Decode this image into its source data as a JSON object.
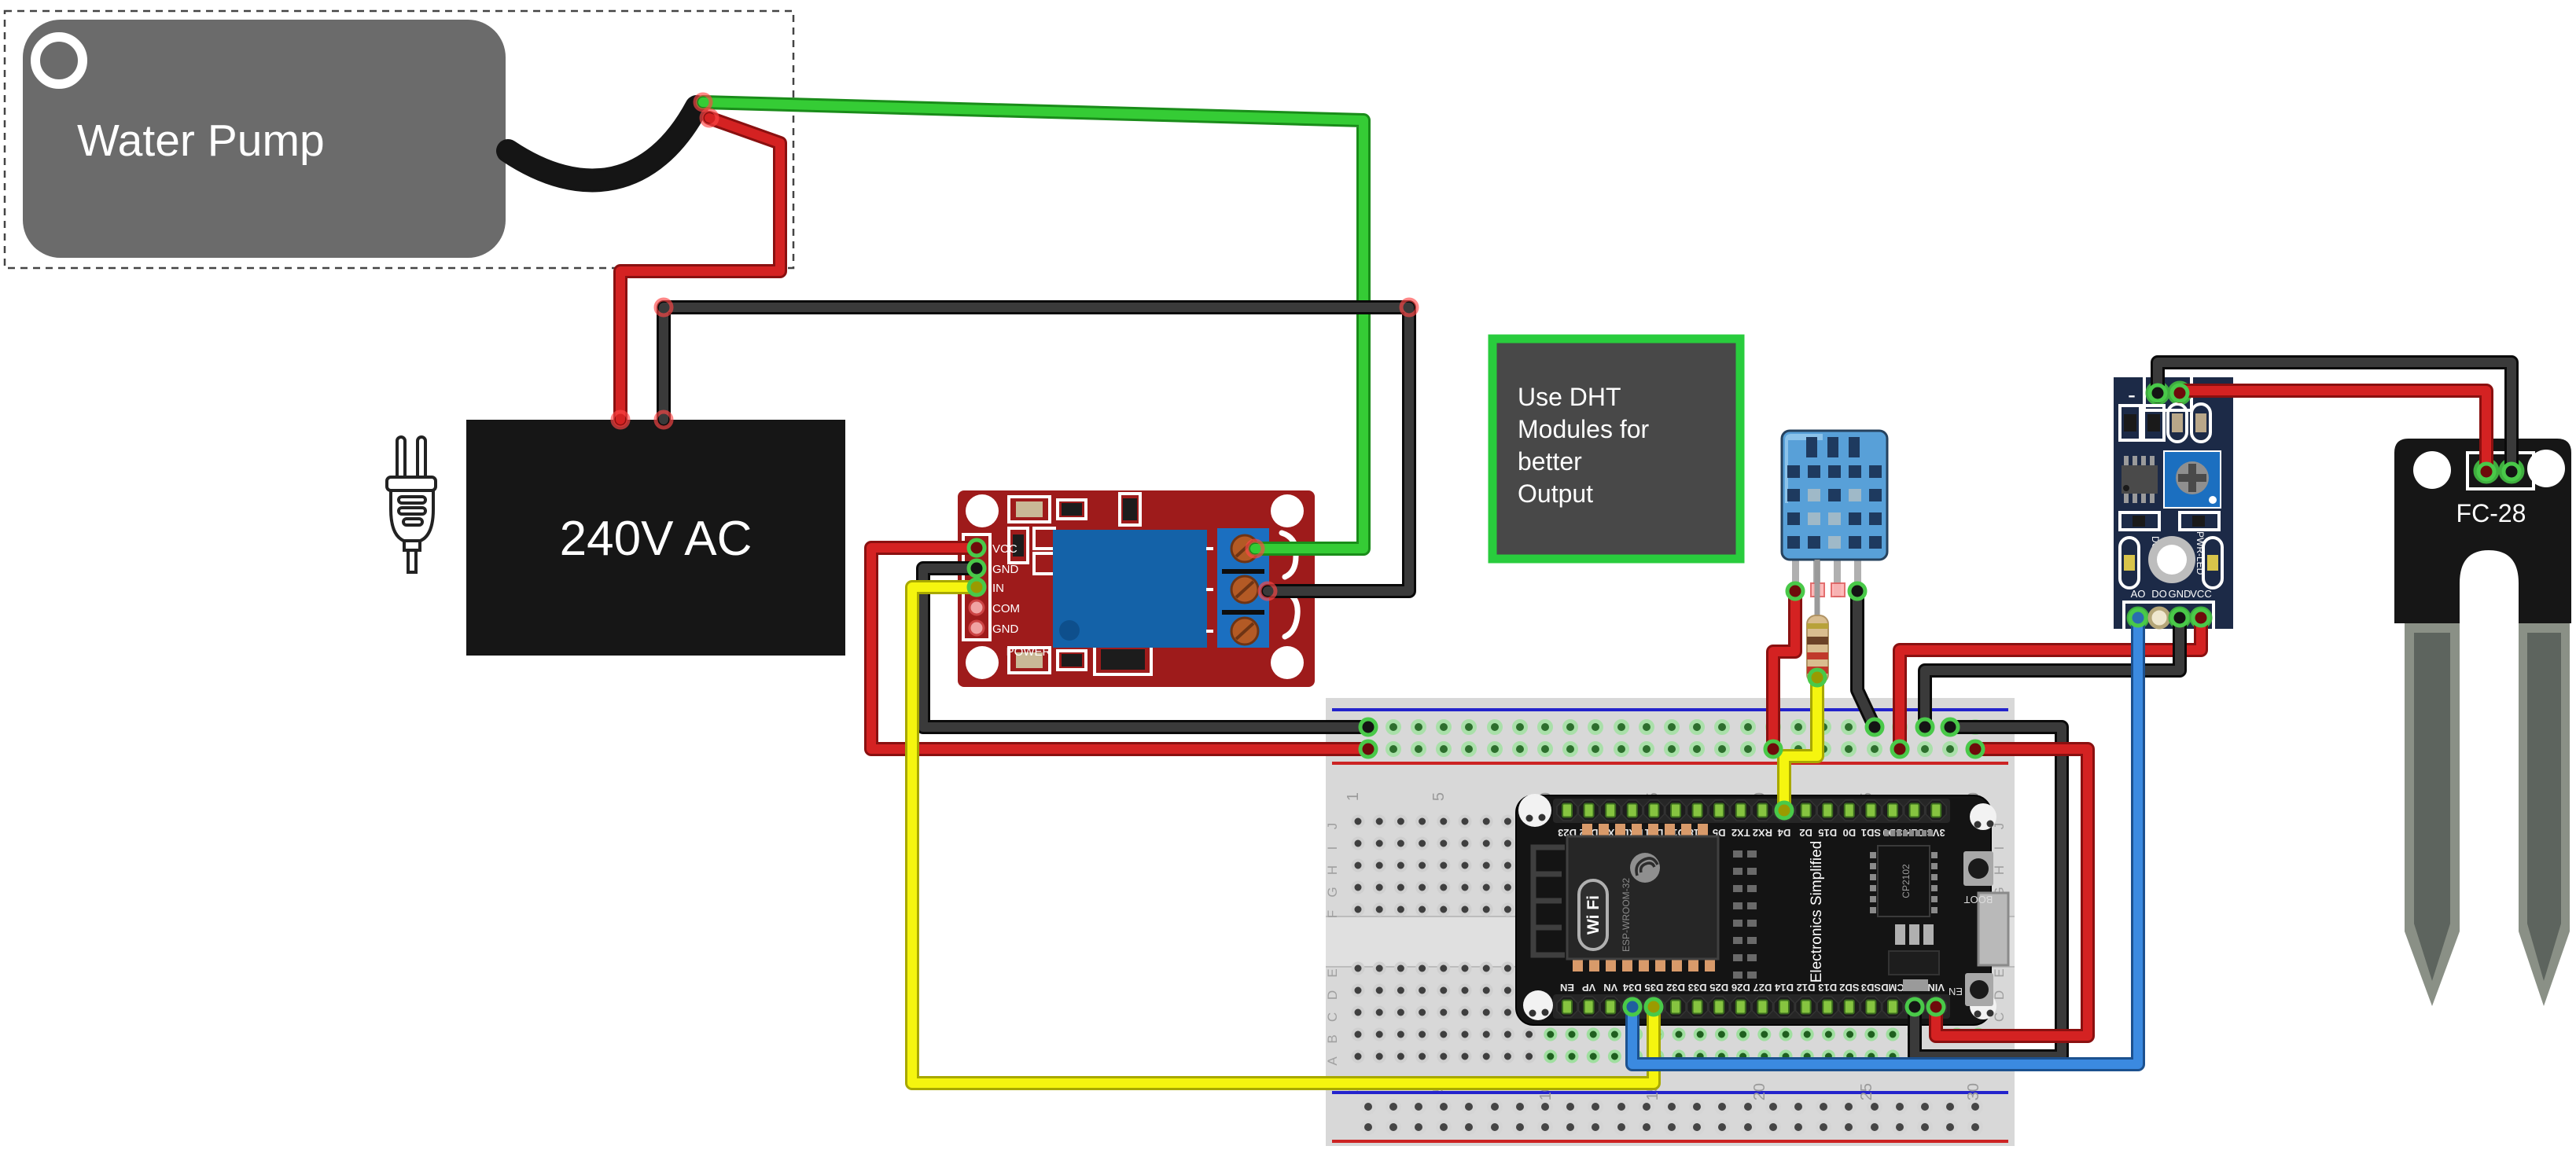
{
  "water_pump": {
    "label": "Water Pump"
  },
  "power_source": {
    "label": "240V AC"
  },
  "note": {
    "lines": [
      "Use DHT",
      "Modules for",
      "better",
      "Output"
    ]
  },
  "relay": {
    "pins": [
      "VCC",
      "GND",
      "IN",
      "COM",
      "GND"
    ],
    "power_label": "POWER"
  },
  "nodemcu": {
    "wifi_logo": "Wi Fi",
    "module_label": "ESP-WROOM-32",
    "brand": "Electronics Simplified",
    "usb_chip": "CP2102",
    "boot_label": "BOOT",
    "en_label": "EN",
    "top_pins": [
      "D23",
      "D22",
      "TXD",
      "RXD",
      "D21",
      "D19",
      "D18",
      "D5",
      "TX2",
      "RX2",
      "D4",
      "D2",
      "D15",
      "D0",
      "SD1",
      "SD0",
      "CLK",
      "3V3"
    ],
    "bottom_pins": [
      "EN",
      "VP",
      "VN",
      "D34",
      "D35",
      "D32",
      "D33",
      "D25",
      "D26",
      "D27",
      "D14",
      "D12",
      "D13",
      "SD2",
      "SD3",
      "CMD",
      "GND",
      "VIN"
    ]
  },
  "breadboard": {
    "column_numbers": [
      "1",
      "5",
      "10",
      "15",
      "20",
      "25",
      "30"
    ],
    "row_letters_top": [
      "J",
      "I",
      "H",
      "G",
      "F"
    ],
    "row_letters_bottom": [
      "E",
      "D",
      "C",
      "B",
      "A"
    ]
  },
  "soil_module": {
    "pins": [
      "AO",
      "DO",
      "GND",
      "VCC"
    ],
    "minus_label": "-",
    "plus_label": "+",
    "led_labels": [
      "DO-LED",
      "PWR-LED"
    ]
  },
  "fc28": {
    "label": "FC-28"
  },
  "colors": {
    "wire_red": "#d42222",
    "wire_red_edge": "#8a1010",
    "wire_black": "#3a3a3a",
    "wire_black_edge": "#0a0a0a",
    "wire_green": "#35cc35",
    "wire_green_edge": "#1a8c1a",
    "wire_yellow": "#f5f50f",
    "wire_yellow_edge": "#a8a800",
    "wire_blue": "#3b8ae0",
    "wire_blue_edge": "#1c518f",
    "cable_black": "#151515",
    "note_border": "#29cc3d",
    "relay_pcb": "#9e1b1b",
    "relay_blue": "#1462a8",
    "soil_pcb": "#1c2a47",
    "dht_blue": "#58a0d8"
  }
}
